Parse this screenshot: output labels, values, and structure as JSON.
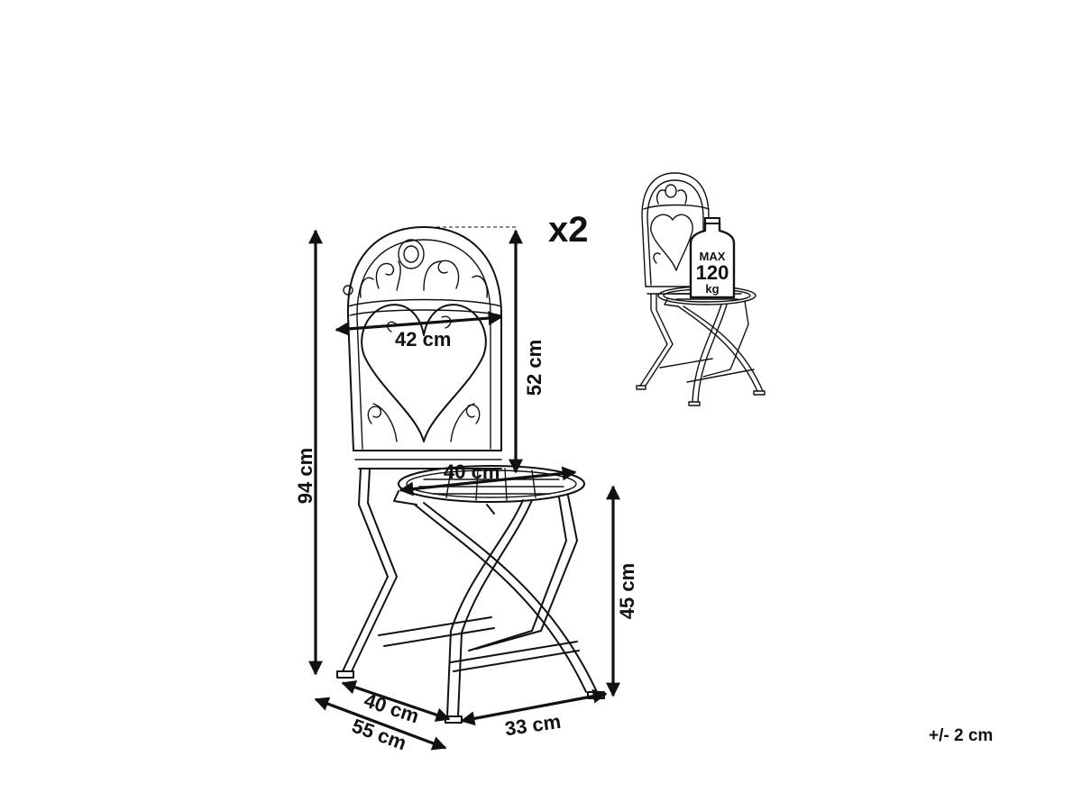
{
  "dimensions": {
    "back_width": "42 cm",
    "back_height": "52 cm",
    "total_height": "94 cm",
    "seat_diameter": "40 cm",
    "seat_height": "45 cm",
    "depth_folded": "40 cm",
    "depth_total": "55 cm",
    "width_base": "33 cm"
  },
  "quantity": "x2",
  "tolerance": "+/- 2 cm",
  "load_badge": {
    "line1": "MAX",
    "line2": "120",
    "line3": "kg"
  },
  "colors": {
    "ink": "#111111",
    "background": "#ffffff"
  }
}
